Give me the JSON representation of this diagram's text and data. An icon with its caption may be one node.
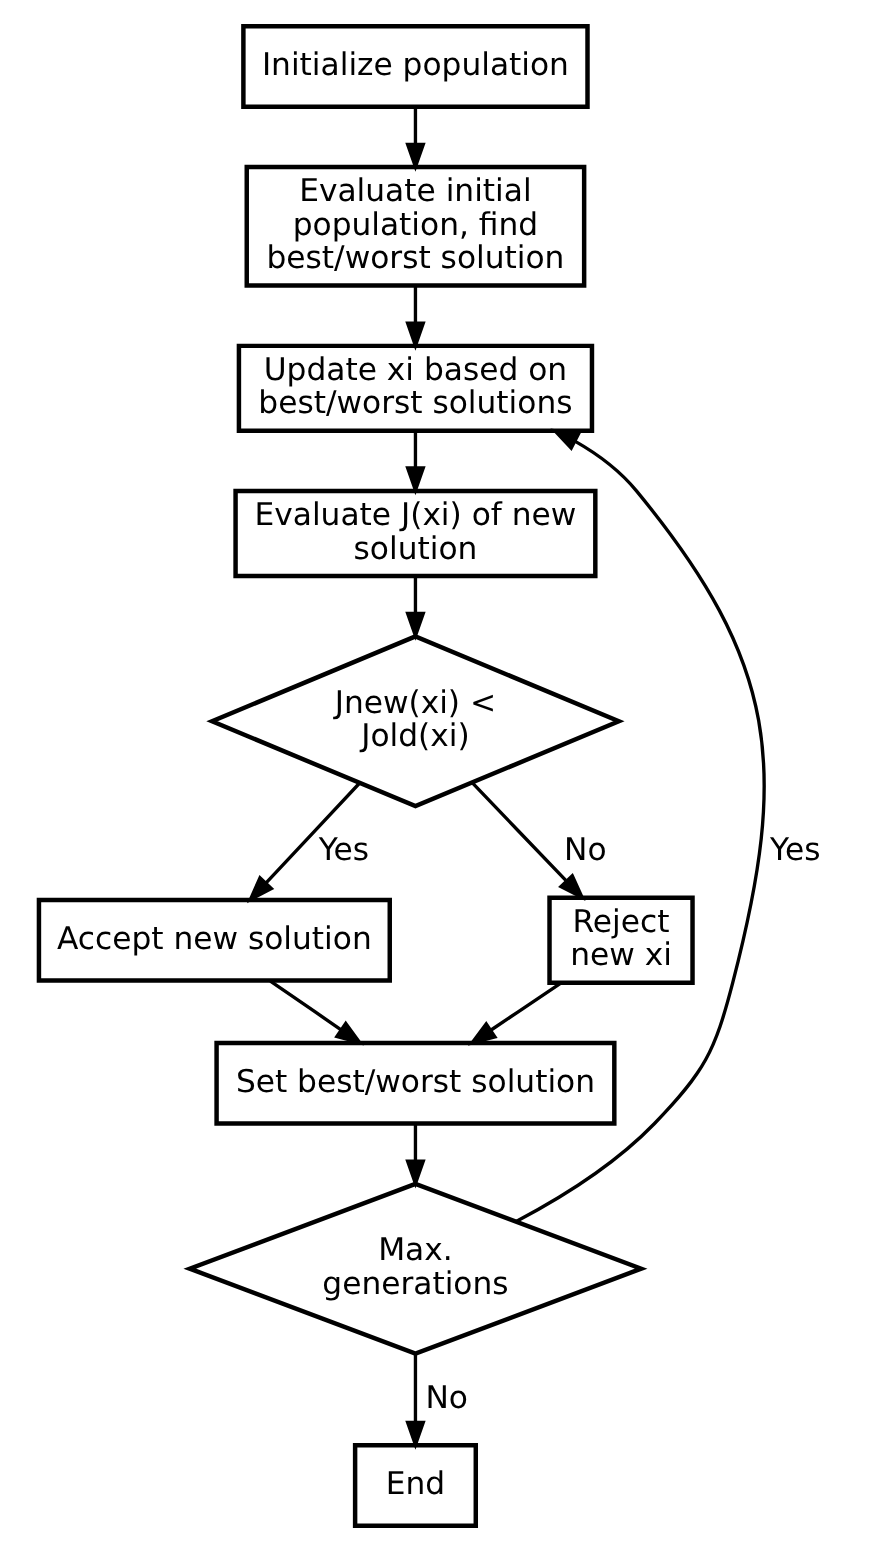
{
  "diagram": {
    "nodes": [
      {
        "text": [
          "Initialize population"
        ]
      },
      {
        "text": [
          "Evaluate initial population, find best/worst solution"
        ]
      },
      {
        "text": [
          "Update xi based on best/worst solutions"
        ]
      },
      {
        "text": [
          "Evaluate J(xi) of new solution"
        ]
      },
      {
        "text": [
          "Jnew(xi) < Jold(xi)"
        ]
      },
      {
        "text": [
          "Reject new xi"
        ]
      },
      {
        "text": [
          "Accept new solution"
        ]
      },
      {
        "text": [
          "Set best/worst solution"
        ]
      },
      {
        "text": [
          "Max. generations"
        ]
      },
      {
        "text": [
          "End"
        ]
      }
    ],
    "edges": [
      {
        "from": 0,
        "to": 1,
        "arrow": "to"
      },
      {
        "from": 1,
        "to": 2,
        "arrow": "to"
      },
      {
        "from": 2,
        "to": 3,
        "arrow": "to"
      },
      {
        "from": 3,
        "to": 4,
        "arrow": "to"
      },
      {
        "from": 4,
        "to": 5,
        "arrow": "to",
        "label": "No"
      },
      {
        "from": 4,
        "to": 6,
        "arrow": "to",
        "label": "Yes"
      },
      {
        "from": 5,
        "to": 7,
        "arrow": "to"
      },
      {
        "from": 6,
        "to": 7,
        "arrow": "to"
      },
      {
        "from": 7,
        "to": 8,
        "arrow": "to"
      },
      {
        "from": 8,
        "to": 2,
        "arrow": "to",
        "label": "Yes"
      },
      {
        "from": 8,
        "to": 9,
        "arrow": "to",
        "label": "No"
      }
    ]
  }
}
